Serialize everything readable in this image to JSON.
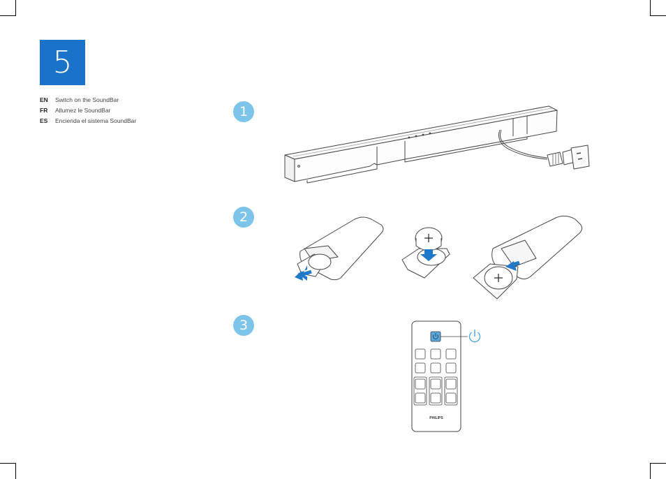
{
  "step": {
    "number": "5"
  },
  "instructions": [
    {
      "code": "EN",
      "text": "Switch on the SoundBar"
    },
    {
      "code": "FR",
      "text": "Allumez le SoundBar"
    },
    {
      "code": "ES",
      "text": "Encienda el sistema SoundBar"
    }
  ],
  "substeps": [
    {
      "number": "1"
    },
    {
      "number": "2"
    },
    {
      "number": "3"
    }
  ],
  "remote": {
    "brand": "PHILIPS"
  },
  "colors": {
    "step_box": "#1a73c8",
    "badge": "#7cc4ea",
    "arrow": "#1f78c8",
    "power_button": "#59a9dc"
  },
  "icons": [
    "power-icon",
    "battery-plus-icon",
    "arrow-icon"
  ]
}
